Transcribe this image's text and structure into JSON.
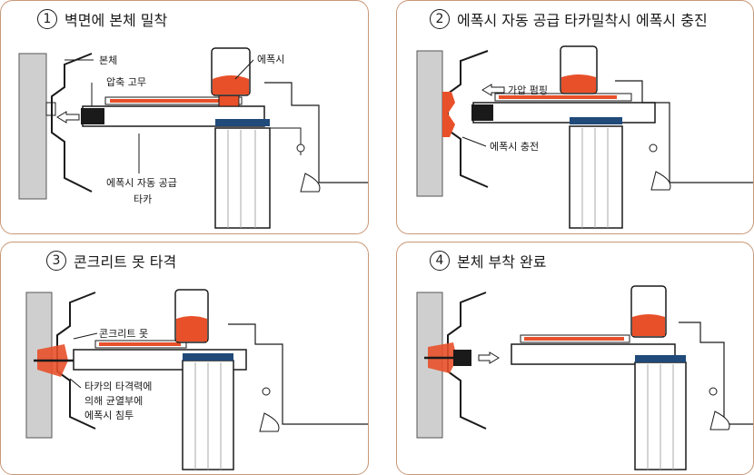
{
  "panels": [
    {
      "number": "1",
      "title": "벽면에 본체 밀착",
      "labels": {
        "body": "본체",
        "epoxy": "에폭시",
        "rubber": "압축 고무",
        "auto_feed_1": "에폭시 자동 공급",
        "auto_feed_2": "타카"
      }
    },
    {
      "number": "2",
      "title": "에폭시 자동 공급 타카밀착시 에폭시 충진",
      "labels": {
        "pump": "가압 펌핑",
        "fill": "에폭시 충전"
      }
    },
    {
      "number": "3",
      "title": "콘크리트 못 타격",
      "labels": {
        "nail": "콘크리트 못",
        "note_1": "타카의 타격력에",
        "note_2": "의해 균열부에",
        "note_3": "에폭시 침투"
      }
    },
    {
      "number": "4",
      "title": "본체 부착 완료",
      "labels": {}
    }
  ],
  "colors": {
    "epoxy": "#e8502a",
    "border": "#c89878",
    "wall": "#cfcfcf",
    "metal": "#1a1a1a",
    "accent": "#1f4a7a"
  }
}
